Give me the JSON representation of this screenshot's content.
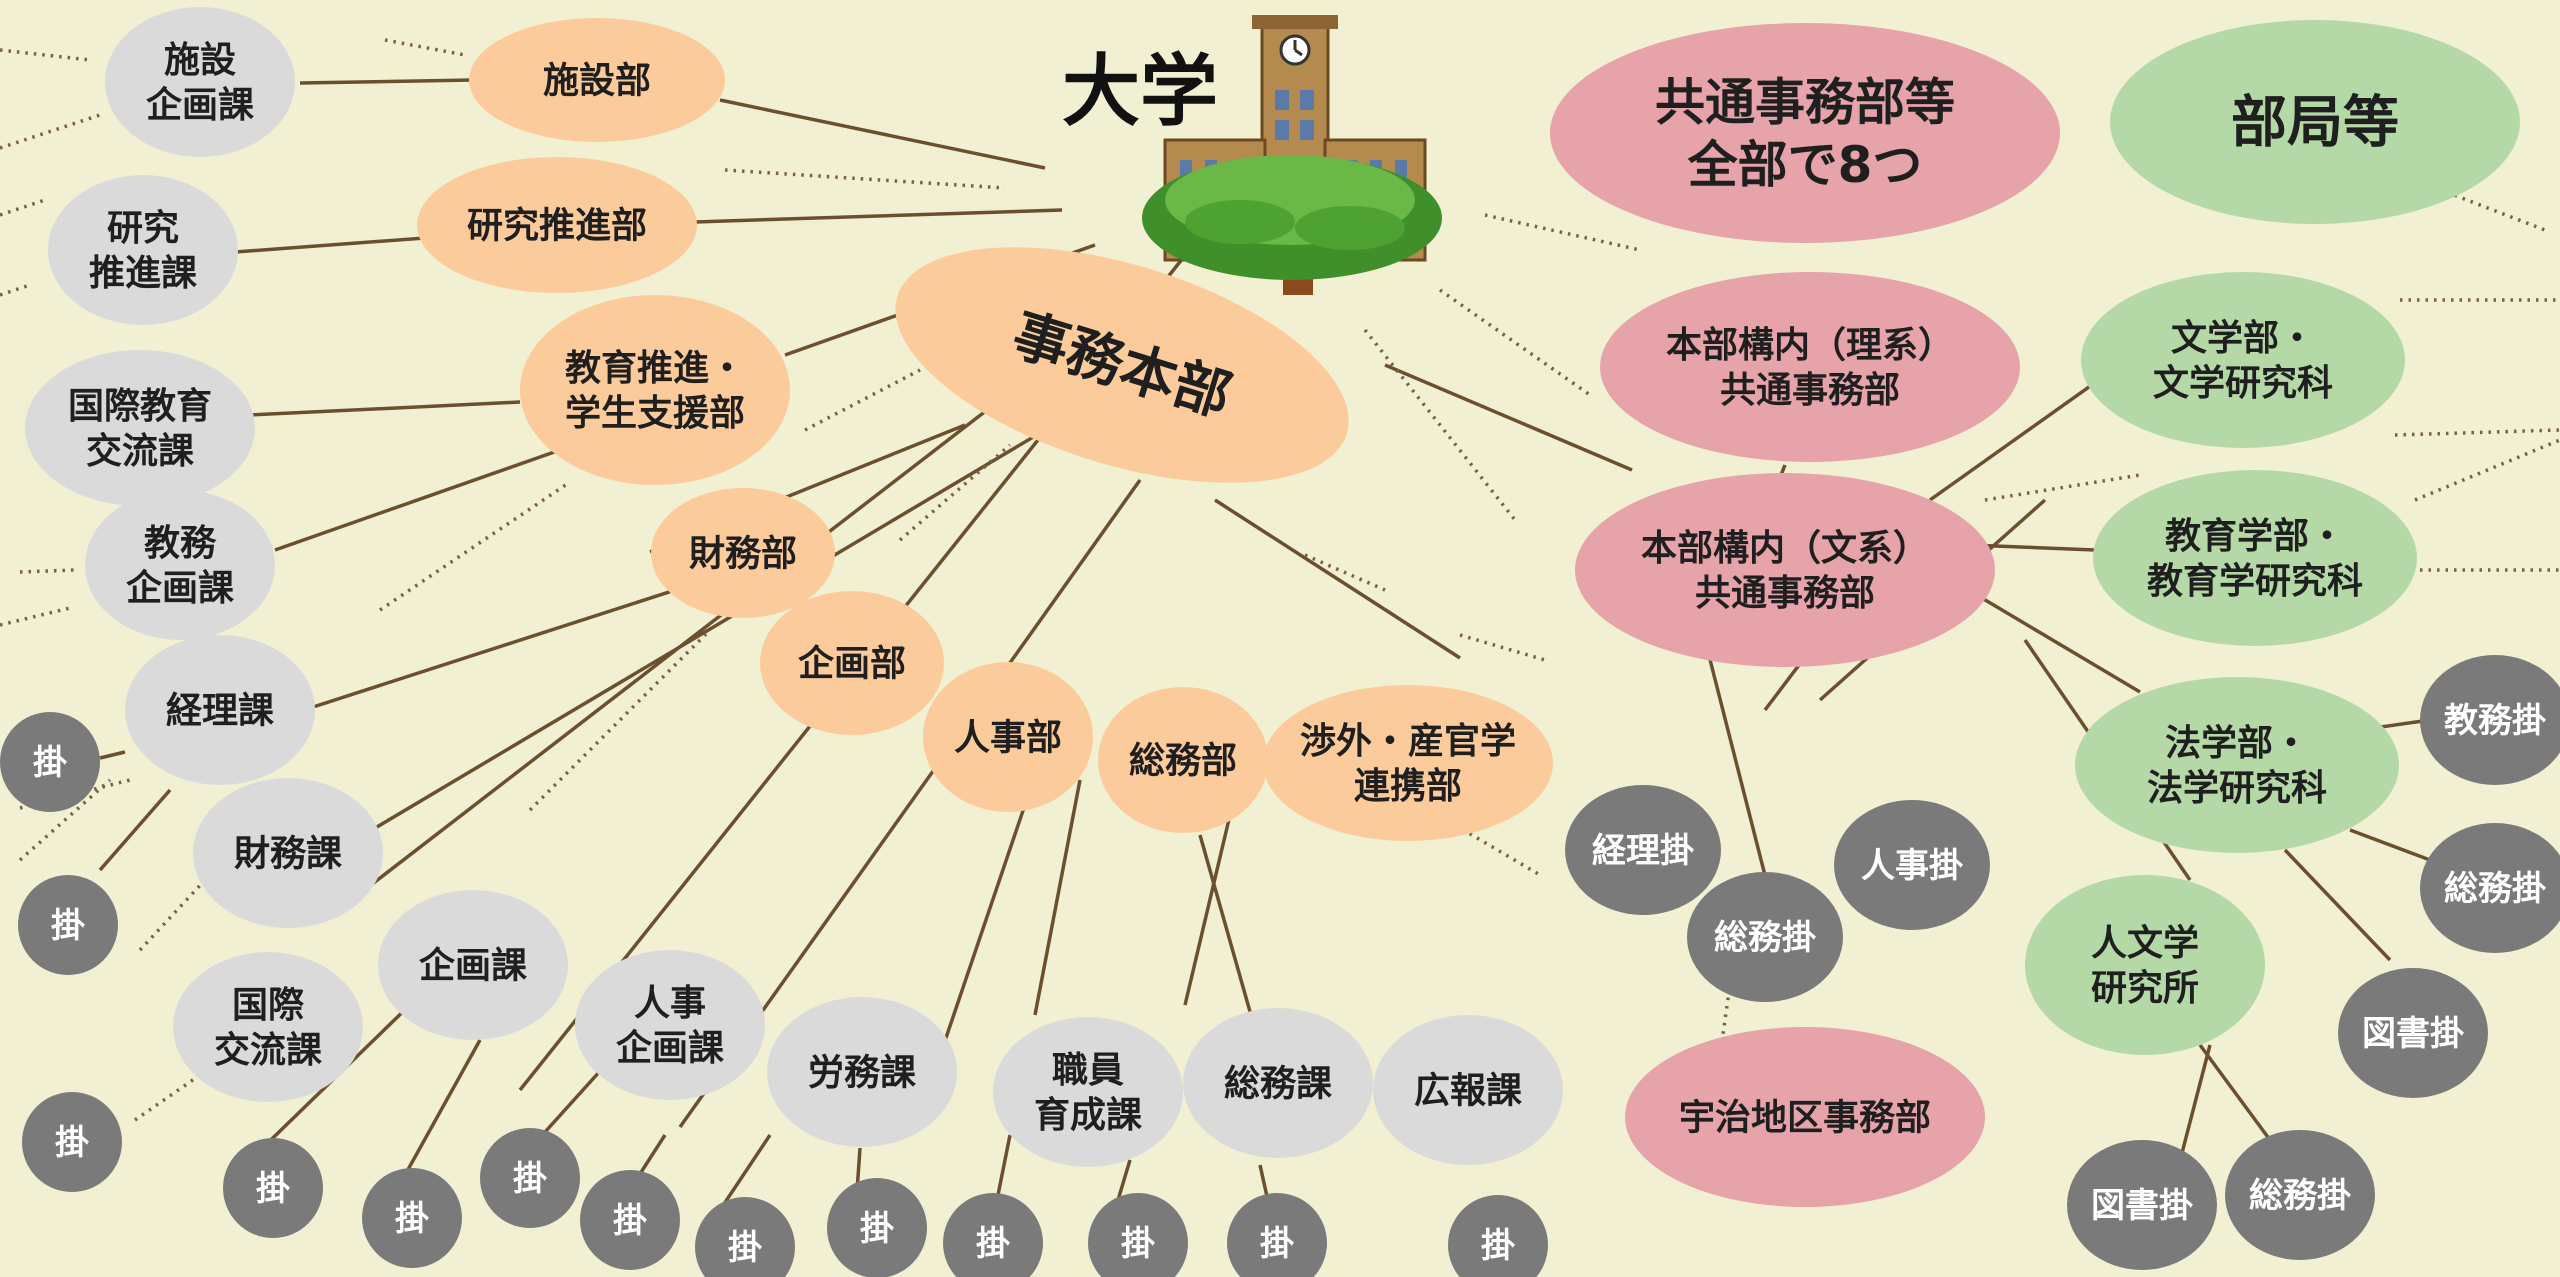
{
  "colors": {
    "background": "#f2f0d2",
    "honbu_orange": "#fccb9b",
    "section_grey": "#dadada",
    "kakari_dark": "#7a7a7a",
    "jimubu_pink": "#e6a3aa",
    "bukyoku_green": "#b4d9a6",
    "line_brown": "#6b5030"
  },
  "diagram": {
    "university_label": "大学",
    "university_icon": "university-tree-tower-icon",
    "honbu": "事務本部",
    "departments": {
      "shisetsu": "施設部",
      "kenkyu": "研究推進部",
      "kyoiku": "教育推進・\n学生支援部",
      "zaimu": "財務部",
      "kikaku": "企画部",
      "jinji": "人事部",
      "somu": "総務部",
      "shogai": "渉外・産官学\n連携部"
    },
    "sections": {
      "shisetsu_kikaku": "施設\n企画課",
      "kenkyu_suishin": "研究\n推進課",
      "kokusai_kyoiku": "国際教育\n交流課",
      "kyomu_kikaku": "教務\n企画課",
      "keiri": "経理課",
      "zaimu": "財務課",
      "kokusai_koryu": "国際\n交流課",
      "kikaku": "企画課",
      "jinji_kikaku": "人事\n企画課",
      "romu": "労務課",
      "shokuin": "職員\n育成課",
      "somu": "総務課",
      "koho": "広報課"
    },
    "kakari_label": "掛",
    "kyotsu_header": "共通事務部等\n全部で8つ",
    "kyotsu": {
      "rikei": "本部構内（理系）\n共通事務部",
      "bunkei": "本部構内（文系）\n共通事務部",
      "uji": "宇治地区事務部"
    },
    "bunkei_kakari": {
      "keiri": "経理掛",
      "somu": "総務掛",
      "jinji": "人事掛"
    },
    "bukyoku_header": "部局等",
    "bukyoku": {
      "bungaku": "文学部・\n文学研究科",
      "kyoiku": "教育学部・\n教育学研究科",
      "hogaku": "法学部・\n法学研究科",
      "jinbun": "人文学\n研究所"
    },
    "bukyoku_kakari": {
      "kyomu": "教務掛",
      "somu": "総務掛",
      "tosho": "図書掛",
      "tosho2": "図書掛",
      "somu2": "総務掛"
    }
  }
}
